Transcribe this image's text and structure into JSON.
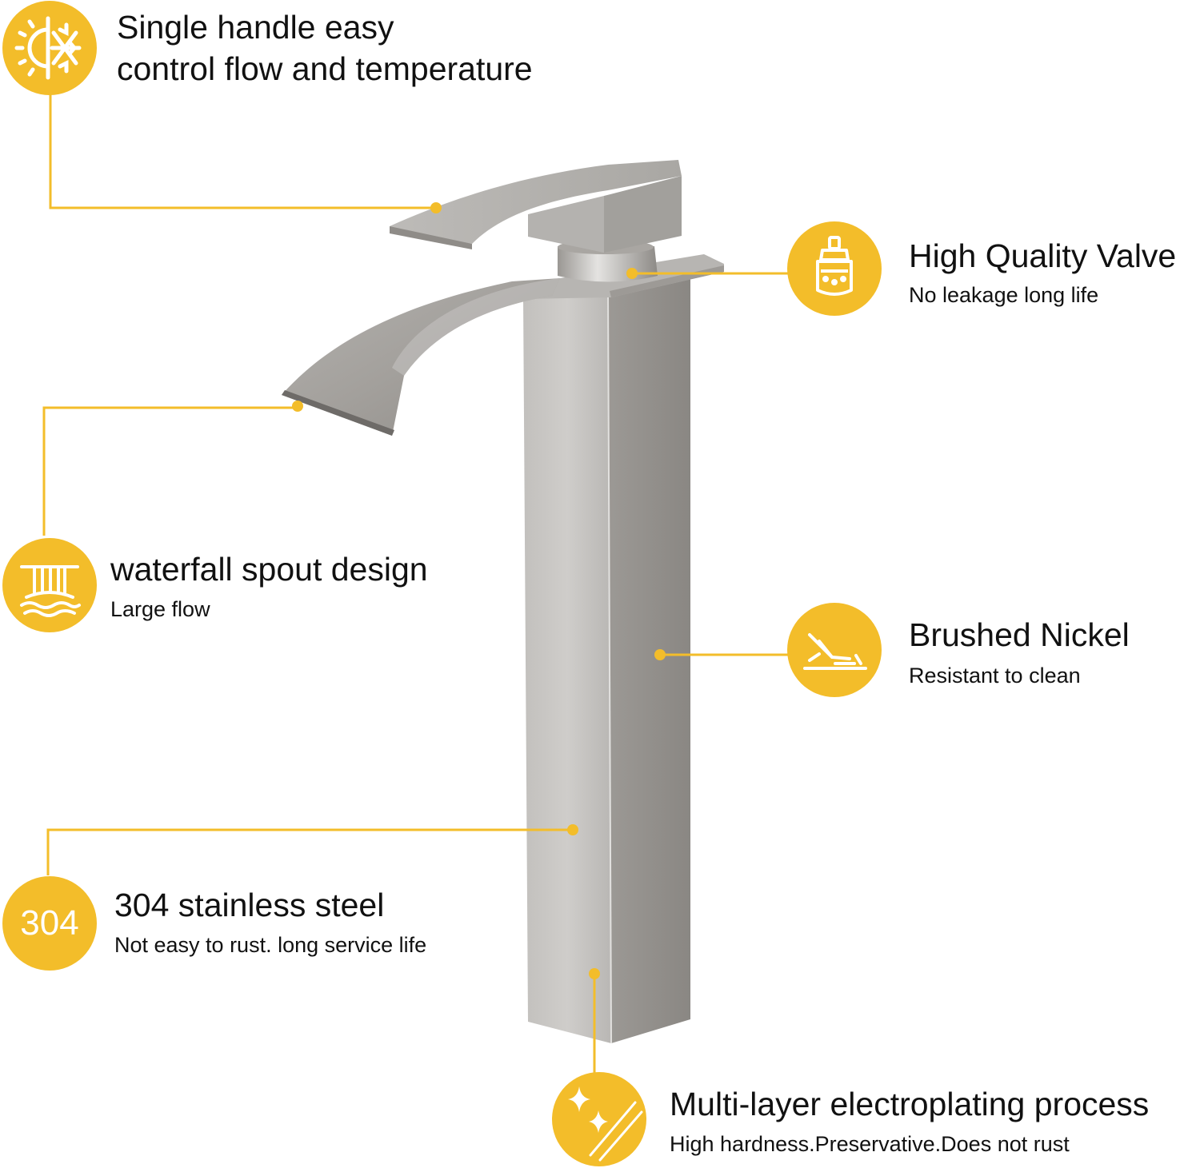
{
  "colors": {
    "accent": "#f3bd2a",
    "steel_light": "#c9c7c4",
    "steel_dark": "#8f8c88",
    "text": "#111111"
  },
  "features": {
    "handle": {
      "title_line1": "Single handle easy",
      "title_line2": "control flow and temperature",
      "icon": "hot-cold-icon"
    },
    "valve": {
      "title": "High Quality Valve",
      "subtitle": "No leakage long life",
      "icon": "valve-cartridge-icon"
    },
    "spout": {
      "title": "waterfall spout design",
      "subtitle": "Large flow",
      "icon": "waterfall-icon"
    },
    "nickel": {
      "title": "Brushed Nickel",
      "subtitle": "Resistant to clean",
      "icon": "brush-icon"
    },
    "steel": {
      "badge_text": "304",
      "title": "304 stainless steel",
      "subtitle": "Not easy to rust. long service life"
    },
    "plating": {
      "title": "Multi-layer electroplating process",
      "subtitle": "High hardness.Preservative.Does not rust",
      "icon": "sparkle-icon"
    }
  }
}
